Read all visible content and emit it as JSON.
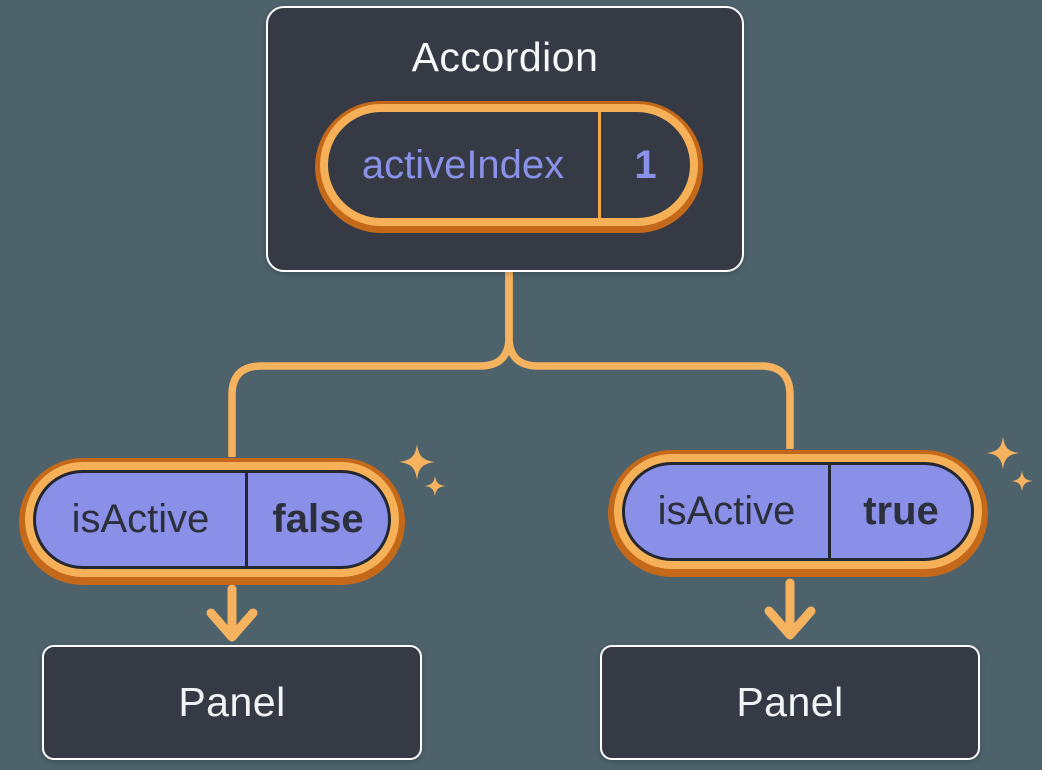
{
  "diagram": {
    "description": "React state diagram: Accordion parent holds activeIndex state, passes isActive prop to two children rendering Panels",
    "colors": {
      "background": "#4D626B",
      "node_fill": "#353A45",
      "node_border": "#FFFFFF",
      "orange_ring_dark": "#C4681A",
      "orange_ring_light": "#F6B158",
      "connector": "#F5B35F",
      "purple_fill": "#8A90E8",
      "purple_text": "#8A91E8",
      "dark_text": "#2B303C",
      "light_text": "#F6F7F9"
    },
    "root": {
      "title": "Accordion",
      "pill": {
        "label": "activeIndex",
        "value": "1"
      }
    },
    "children": [
      {
        "pill": {
          "label": "isActive",
          "value": "false"
        },
        "panel_title": "Panel"
      },
      {
        "pill": {
          "label": "isActive",
          "value": "true"
        },
        "panel_title": "Panel"
      }
    ]
  }
}
